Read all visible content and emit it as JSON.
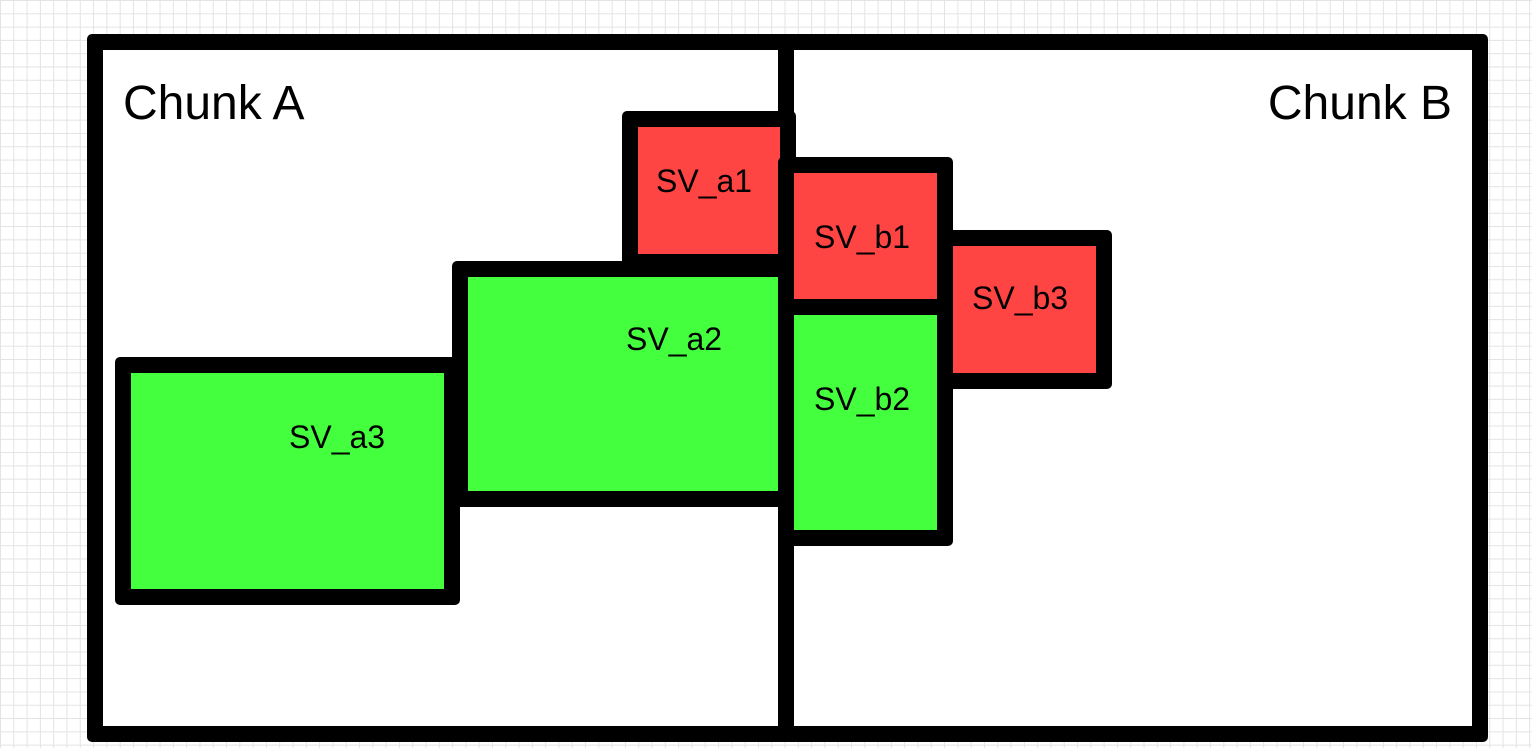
{
  "chunks": {
    "a": {
      "title": "Chunk A"
    },
    "b": {
      "title": "Chunk B"
    }
  },
  "supervoxels": {
    "a1": {
      "label": "SV_a1",
      "color": "#ff4444"
    },
    "a2": {
      "label": "SV_a2",
      "color": "#44ff3d"
    },
    "a3": {
      "label": "SV_a3",
      "color": "#44ff3d"
    },
    "b1": {
      "label": "SV_b1",
      "color": "#ff4444"
    },
    "b2": {
      "label": "SV_b2",
      "color": "#44ff3d"
    },
    "b3": {
      "label": "SV_b3",
      "color": "#ff4444"
    }
  }
}
